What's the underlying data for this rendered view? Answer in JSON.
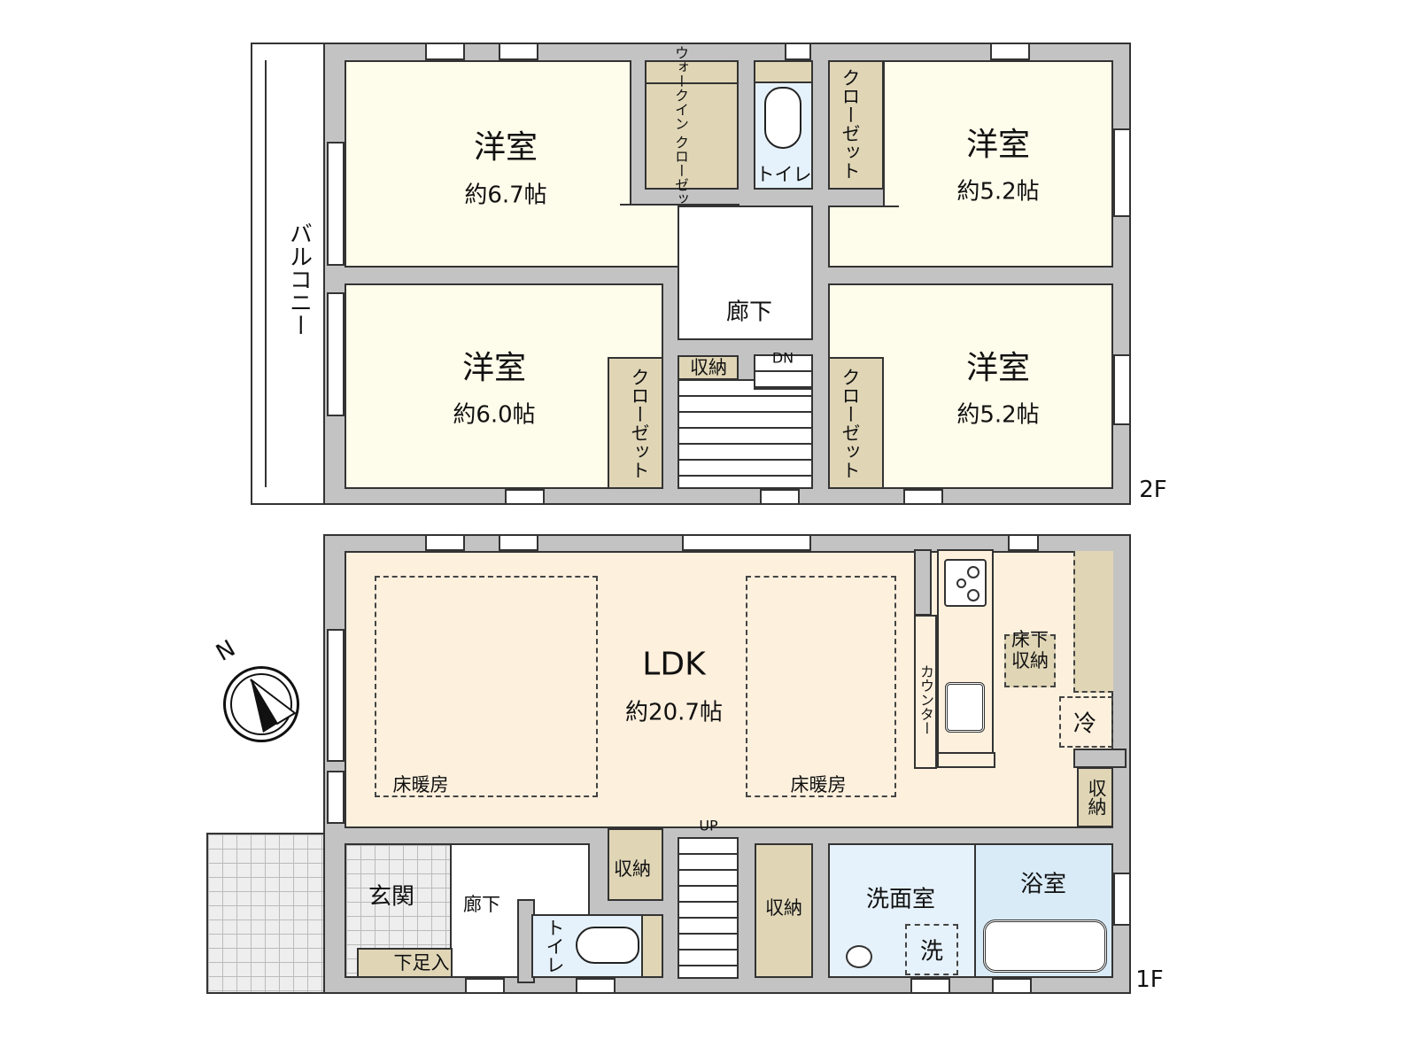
{
  "floor_2f": {
    "label": "2F",
    "balcony": "バルコニー",
    "rooms": [
      {
        "name": "洋室",
        "size": "約6.7帖"
      },
      {
        "name": "洋室",
        "size": "約5.2帖"
      },
      {
        "name": "洋室",
        "size": "約6.0帖"
      },
      {
        "name": "洋室",
        "size": "約5.2帖"
      }
    ],
    "walk_in_closet": "ウォークイン クローゼット",
    "toilet": "トイレ",
    "closet": "クローゼット",
    "hallway": "廊下",
    "storage": "収納",
    "stairs_dir": "DN"
  },
  "floor_1f": {
    "label": "1F",
    "ldk": {
      "name": "LDK",
      "size": "約20.7帖"
    },
    "floor_heating": "床暖房",
    "counter": "カウンター",
    "underfloor_storage": "床下\n収納",
    "fridge": "冷",
    "storage": "収納",
    "entrance": "玄関",
    "hallway": "廊下",
    "shoe_cabinet": "下足入",
    "toilet": "トイレ",
    "washroom": "洗面室",
    "washer": "洗",
    "bathroom": "浴室",
    "stairs_dir": "UP"
  },
  "compass": {
    "north": "N"
  },
  "colors": {
    "wall": "#c3c3c3",
    "room": "#fefcea",
    "ldk": "#fdf0dd",
    "storage": "#e0d6b6",
    "wet": "#e6f2fb"
  }
}
